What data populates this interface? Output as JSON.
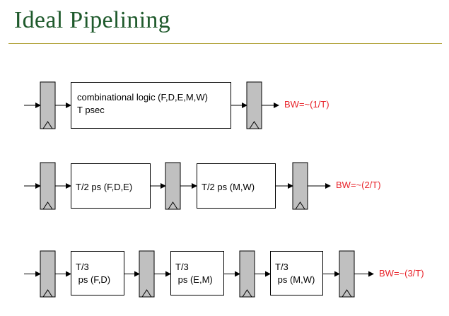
{
  "title": "Ideal Pipelining",
  "colors": {
    "title": "#1f5a2c",
    "rule": "#b5a642",
    "latch_fill": "#c0c0c0",
    "bandwidth": "#e8232a"
  },
  "rows": [
    {
      "stages": [
        "combinational logic (F,D,E,M,W)\nT psec"
      ],
      "bandwidth": "BW=~(1/T)"
    },
    {
      "stages": [
        "T/2 ps (F,D,E)",
        "T/2 ps (M,W)"
      ],
      "bandwidth": "BW=~(2/T)"
    },
    {
      "stages": [
        "T/3\n ps (F,D)",
        "T/3\n ps (E,M)",
        "T/3\n ps (M,W)"
      ],
      "bandwidth": "BW=~(3/T)"
    }
  ]
}
